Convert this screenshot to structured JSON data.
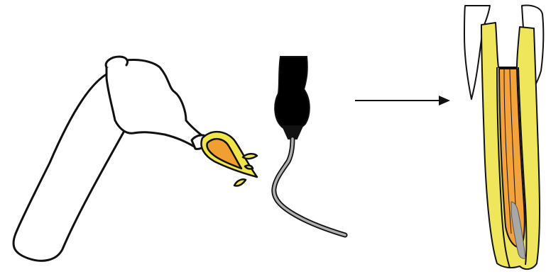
{
  "diagram": {
    "steps": [
      {
        "id": "torch",
        "icon": "torch-flame-icon"
      },
      {
        "id": "heated-instrument",
        "icon": "spreader-instrument-icon"
      },
      {
        "id": "process-arrow",
        "icon": "right-arrow-icon"
      },
      {
        "id": "tooth-section",
        "icon": "tooth-cross-section-icon"
      }
    ],
    "colors": {
      "outline": "#111111",
      "flame_outer": "#f0e64c",
      "flame_inner": "#f0a030",
      "tooth_wall": "#f0e65c",
      "filling": "#f4a23c",
      "instrument_handle": "#000000",
      "instrument_shaft": "#b0b0b0",
      "background": "#ffffff"
    }
  }
}
